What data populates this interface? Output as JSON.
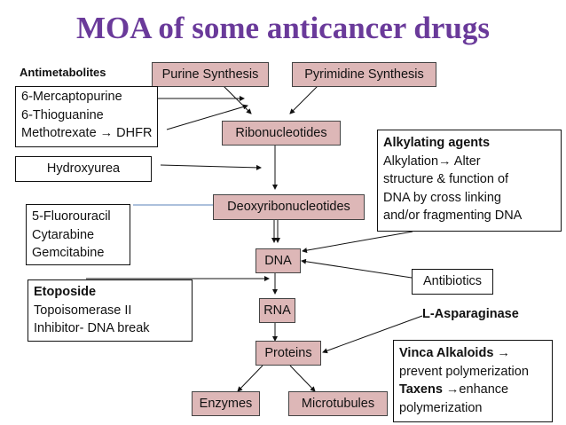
{
  "title": "MOA of some anticancer drugs",
  "pathway": {
    "purine": "Purine Synthesis",
    "pyrimidine": "Pyrimidine Synthesis",
    "ribonucleotides": "Ribonucleotides",
    "deoxyribonucleotides": "Deoxyribonucleotides",
    "dna": "DNA",
    "rna": "RNA",
    "proteins": "Proteins",
    "enzymes": "Enzymes",
    "microtubules": "Microtubules"
  },
  "antimetabolites": {
    "heading": "Antimetabolites",
    "items": [
      "6-Mercaptopurine",
      "6-Thioguanine",
      "Methotrexate → DHFR"
    ]
  },
  "hydroxyurea": "Hydroxyurea",
  "pyrimidine_analogs": [
    "5-Fluorouracil",
    "Cytarabine",
    "Gemcitabine"
  ],
  "alkylating": {
    "heading": "Alkylating agents",
    "lines": [
      "Alkylation→ Alter",
      "structure & function of",
      "DNA by cross linking",
      "and/or fragmenting DNA"
    ]
  },
  "antibiotics": "Antibiotics",
  "etoposide": {
    "heading": "Etoposide",
    "lines": [
      "Topoisomerase II",
      "Inhibitor- DNA break"
    ]
  },
  "l_asparaginase": "L-Asparaginase",
  "vinca": {
    "vinca_label": "Vinca Alkaloids",
    "vinca_arrow": " →",
    "vinca_effect": "prevent polymerization",
    "taxens_label": "Taxens",
    "taxens_effect": " →enhance",
    "taxens_effect2": "polymerization"
  },
  "colors": {
    "title": "#6a3a9a",
    "node_fill": "#ddb7b7",
    "fu_line": "#7a9ac8"
  }
}
